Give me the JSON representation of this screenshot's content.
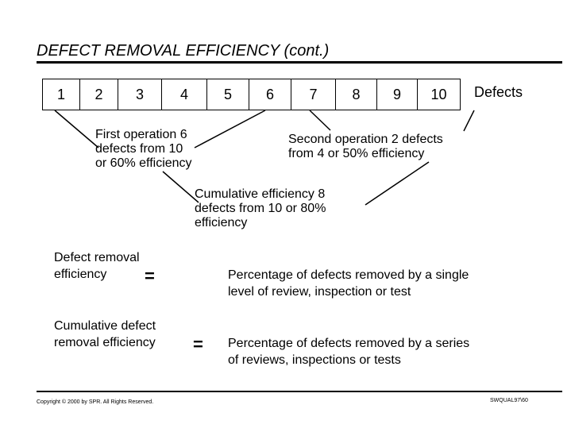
{
  "title": "DEFECT REMOVAL EFFICIENCY (cont.)",
  "defects_row": {
    "cells": [
      "1",
      "2",
      "3",
      "4",
      "5",
      "6",
      "7",
      "8",
      "9",
      "10"
    ],
    "label": "Defects"
  },
  "notes": {
    "first_operation": "First operation 6\ndefects from 10\nor 60% efficiency",
    "second_operation": "Second operation 2 defects\nfrom 4 or 50% efficiency",
    "cumulative": "Cumulative efficiency 8\ndefects from 10 or 80%\nefficiency"
  },
  "definitions": [
    {
      "term": "Defect removal\nefficiency",
      "equals": "=",
      "description": "Percentage of defects removed by a single\nlevel of review, inspection or test"
    },
    {
      "term": "Cumulative defect\nremoval efficiency",
      "equals": "=",
      "description": "Percentage of defects removed by a series\nof reviews, inspections or tests"
    }
  ],
  "footer": {
    "copyright": "Copyright © 2000 by SPR. All Rights Reserved.",
    "code": "SWQUAL97\\60"
  }
}
